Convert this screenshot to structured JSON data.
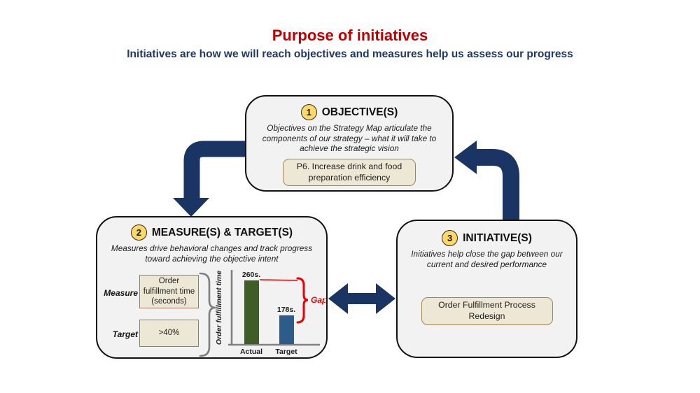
{
  "title": "Purpose of initiatives",
  "subtitle": "Initiatives are how we will reach objectives and measures help us assess our progress",
  "steps": {
    "objective": {
      "number": "1",
      "heading": "OBJECTIVE(S)",
      "description": "Objectives on the Strategy Map articulate the components of our strategy – what it will take to achieve the strategic vision",
      "item": "P6. Increase drink and food preparation efficiency"
    },
    "measure_target": {
      "number": "2",
      "heading": "MEASURE(S) & TARGET(S)",
      "description": "Measures drive behavioral changes and track progress toward achieving the objective intent",
      "measure_label": "Measure",
      "measure_value": "Order fulfillment time (seconds)",
      "target_label": "Target",
      "target_value": ">40%"
    },
    "initiative": {
      "number": "3",
      "heading": "INITIATIVE(S)",
      "description": "Initiatives help close the gap between our current and desired performance",
      "item": "Order Fulfillment Process Redesign"
    }
  },
  "chart_data": {
    "type": "bar",
    "categories": [
      "Actual",
      "Target"
    ],
    "values": [
      260,
      178
    ],
    "value_labels": [
      "260s.",
      "178s."
    ],
    "title": "",
    "xlabel": "",
    "ylabel": "Order fulfillment time",
    "annotation": "Gap",
    "bar_colors": [
      "#3F5D26",
      "#2E5C8A"
    ],
    "grid": false,
    "legend": false,
    "ylim": [
      0,
      300
    ]
  },
  "colors": {
    "title": "#C00000",
    "subtitle": "#1F3864",
    "arrow": "#1A3463",
    "panel_fill": "#F2F2F2",
    "panel_border": "#121212",
    "badge_fill": "#FFD965",
    "note_fill": "#EDE7D5",
    "note_border_rounded": "#A08455",
    "note_border_square": "#A6765C",
    "gap_red": "#EE0000",
    "axis_gray": "#808080",
    "brace_gray": "#7F7F7F"
  }
}
